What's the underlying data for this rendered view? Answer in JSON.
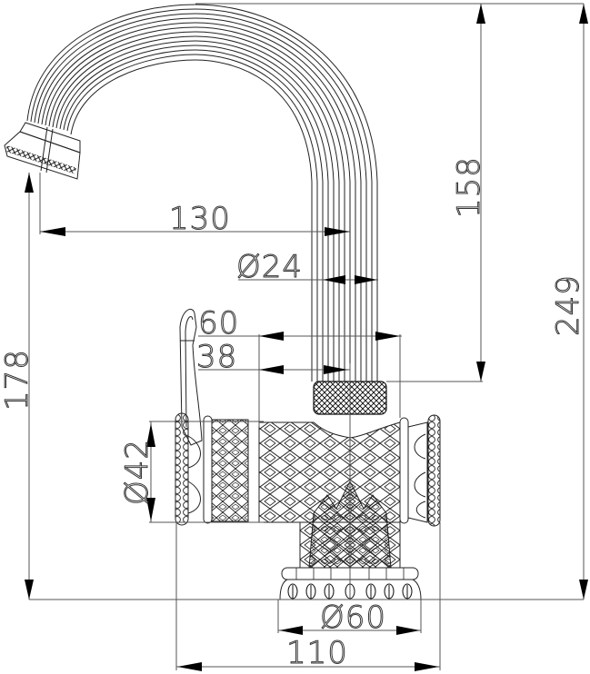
{
  "drawing": {
    "title": "Faucet technical dimension drawing",
    "units": "mm",
    "line_color": "#222222",
    "background": "#ffffff",
    "dimensions": {
      "spout_reach": "130",
      "spout_height_from_body": "158",
      "total_height": "249",
      "spout_outlet_height": "178",
      "spout_tube_diameter": "Ø24",
      "handle_offset_outer": "60",
      "handle_offset_inner": "38",
      "body_diameter": "Ø42",
      "base_diameter": "Ø60",
      "total_width": "110"
    },
    "components": [
      "spout-arc",
      "spout-nozzle",
      "spout-collar-knurled",
      "lever-handle",
      "body-left-cap",
      "body-cylinder-diamond-pattern",
      "body-right-cap",
      "base-column",
      "base-flange-ornamented"
    ]
  }
}
